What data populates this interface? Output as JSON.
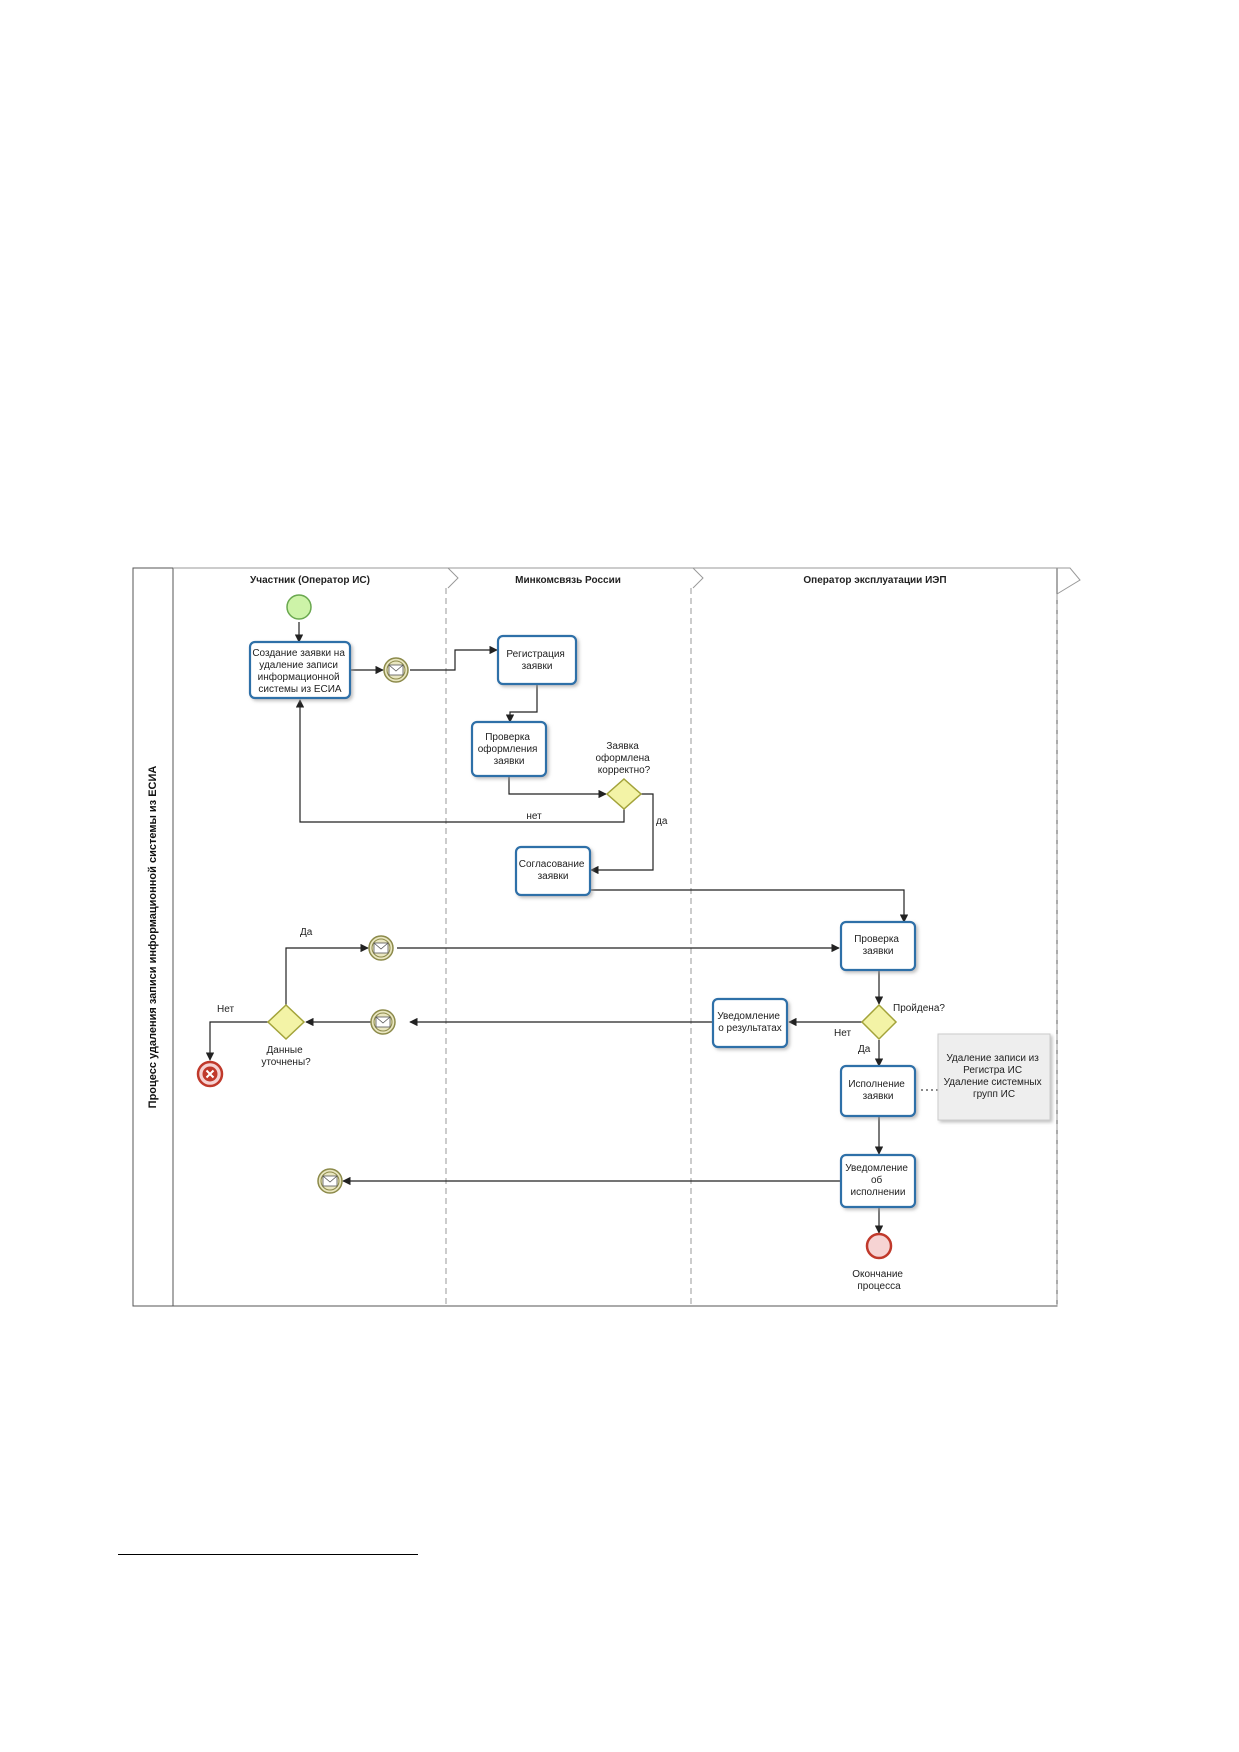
{
  "pool": {
    "title": "Процесс удаления записи информационной системы из ЕСИА"
  },
  "lanes": [
    {
      "label": "Участник (Оператор ИС)"
    },
    {
      "label": "Минкомсвязь России"
    },
    {
      "label": "Оператор эксплуатации ИЭП"
    }
  ],
  "tasks": {
    "create_request": [
      "Создание заявки на",
      "удаление записи",
      "информационной",
      "системы из ЕСИА"
    ],
    "register_request": [
      "Регистрация",
      "заявки"
    ],
    "check_format": [
      "Проверка",
      "оформления",
      "заявки"
    ],
    "approve_request": [
      "Согласование",
      "заявки"
    ],
    "verify_request": [
      "Проверка",
      "заявки"
    ],
    "notify_results": [
      "Уведомление",
      "о результатах"
    ],
    "execute_request": [
      "Исполнение",
      "заявки"
    ],
    "notify_execution": [
      "Уведомление",
      "об",
      "исполнении"
    ]
  },
  "gateways": {
    "format_ok": [
      "Заявка",
      "оформлена",
      "корректно?"
    ],
    "passed": [
      "Пройдена?"
    ],
    "data_clarified": [
      "Данные",
      "уточнены?"
    ]
  },
  "flow_labels": {
    "no_lower": "нет",
    "yes_lower": "да",
    "yes_top": "Да",
    "no_left": "Нет",
    "no_right": "Нет",
    "yes_down": "Да"
  },
  "annotation": [
    "Удаление записи из",
    "Регистра ИС",
    "Удаление системных",
    "групп ИС"
  ],
  "end_event": [
    "Окончание",
    "процесса"
  ],
  "colors": {
    "task_border": "#2f6fa8",
    "gateway_fill": "#f3f3a6",
    "gateway_stroke": "#a3a33a",
    "start_fill": "#cdf3a8",
    "start_stroke": "#6aa84f",
    "end_fill": "#f6d3d3",
    "end_stroke": "#c0392b",
    "message_fill": "#e9e6c0",
    "message_stroke": "#8c8a4a"
  }
}
